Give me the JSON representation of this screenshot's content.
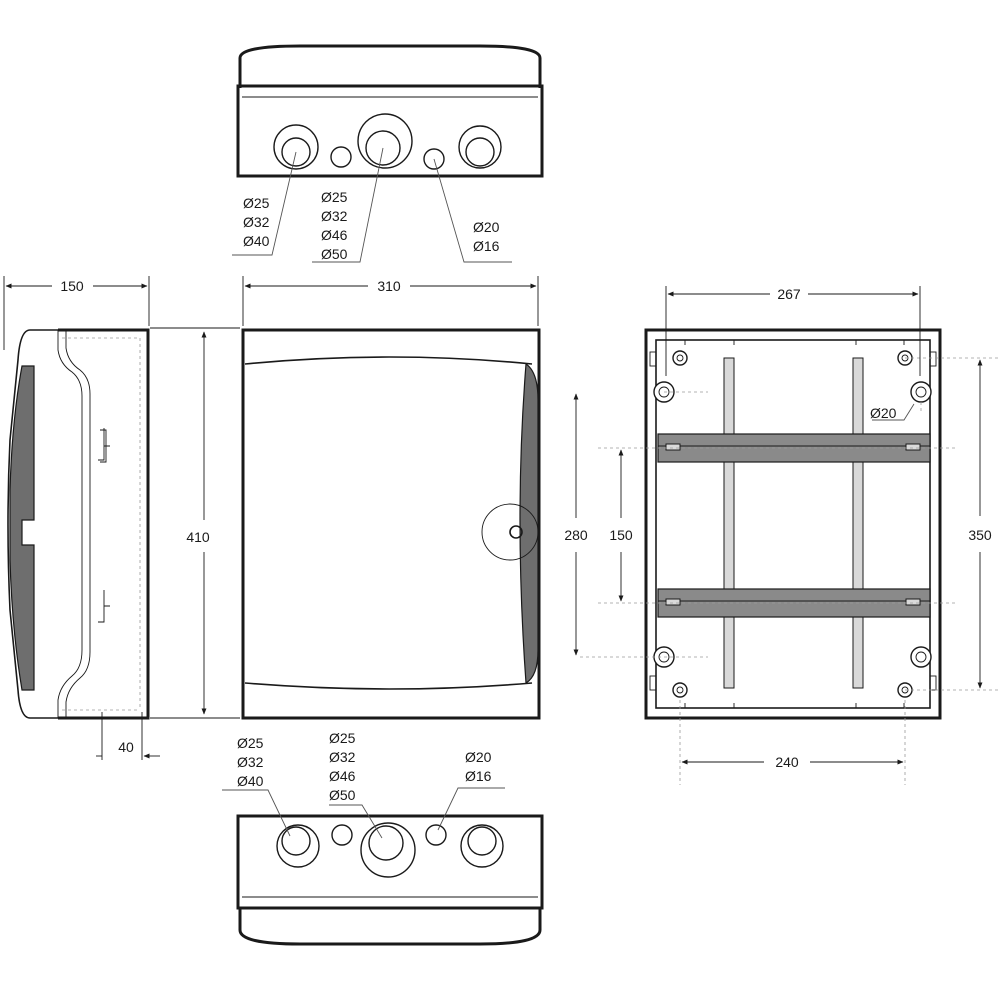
{
  "dimensions": {
    "top_width": "310",
    "side_depth": "150",
    "height": "410",
    "side_offset": "40",
    "back_width_top": "267",
    "back_width_bottom": "240",
    "back_height_outer": "350",
    "back_height_inner": "280",
    "rail_spacing": "150",
    "mount_hole": "Ø20"
  },
  "top_knockouts": {
    "left": [
      "Ø25",
      "Ø32",
      "Ø40"
    ],
    "center": [
      "Ø25",
      "Ø32",
      "Ø46",
      "Ø50"
    ],
    "right": [
      "Ø20",
      "Ø16"
    ]
  },
  "bottom_knockouts": {
    "left": [
      "Ø25",
      "Ø32",
      "Ø40"
    ],
    "center": [
      "Ø25",
      "Ø32",
      "Ø46",
      "Ø50"
    ],
    "right": [
      "Ø20",
      "Ø16"
    ]
  }
}
